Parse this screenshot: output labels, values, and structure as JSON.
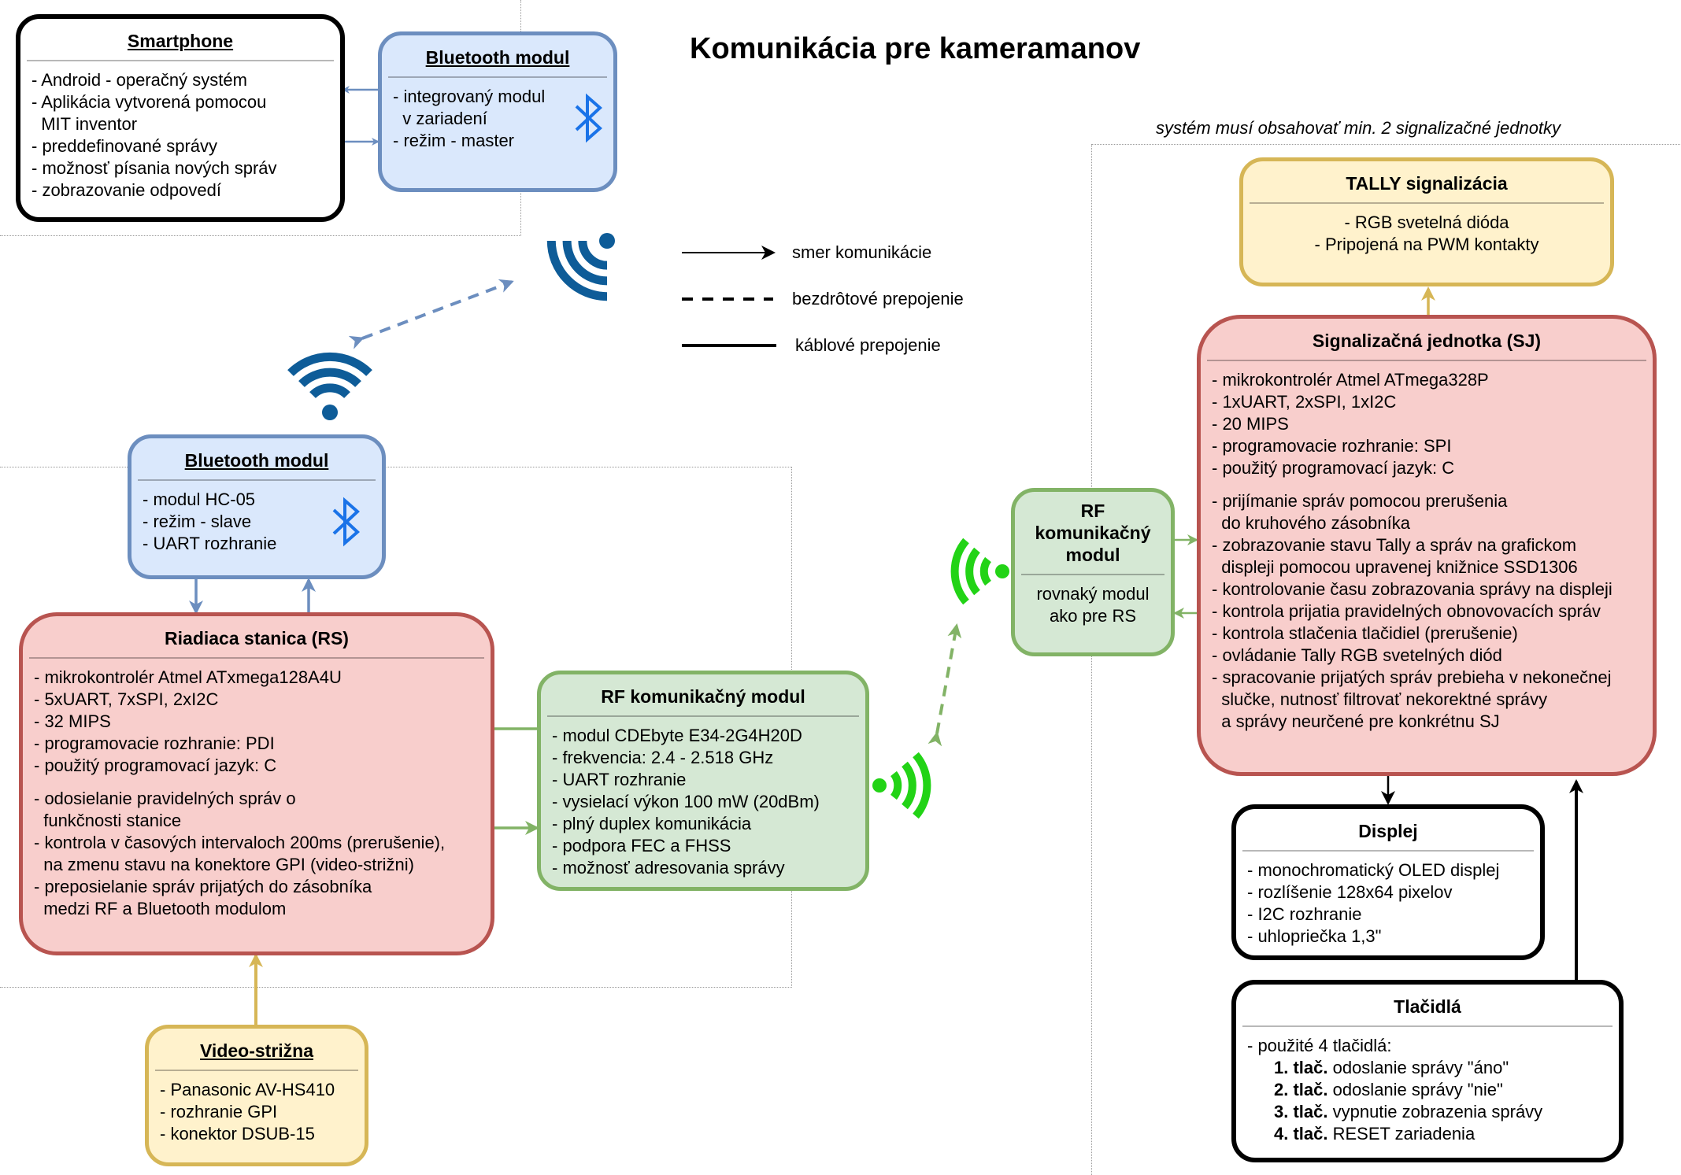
{
  "title": "Komunikácia pre kameramanov",
  "note": "systém musí obsahovať min. 2 signalizačné jednotky",
  "legend": {
    "arrow": "smer komunikácie",
    "dashed": "bezdrôtové prepojenie",
    "solid": "káblové prepojenie"
  },
  "smartphone": {
    "title": "Smartphone",
    "lines": [
      "- Android - operačný systém",
      "- Aplikácia vytvorená pomocou",
      "  MIT inventor",
      "- preddefinované správy",
      "- možnosť písania nových správ",
      "- zobrazovanie odpovedí"
    ]
  },
  "bt_phone": {
    "title": "Bluetooth modul",
    "lines": [
      "- integrovaný modul",
      "  v zariadení",
      "- režim - master"
    ]
  },
  "bt_rs": {
    "title": "Bluetooth modul",
    "lines": [
      "- modul HC-05",
      "- režim - slave",
      "- UART rozhranie"
    ]
  },
  "rs": {
    "title": "Riadiaca stanica (RS)",
    "lines_a": [
      "- mikrokontrolér Atmel ATxmega128A4U",
      "- 5xUART, 7xSPI, 2xI2C",
      "- 32 MIPS",
      "- programovacie rozhranie: PDI",
      "- použitý programovací jazyk: C"
    ],
    "lines_b": [
      "- odosielanie pravidelných správ o",
      "  funkčnosti stanice",
      "- kontrola v časových intervaloch 200ms (prerušenie),",
      "  na zmenu stavu na konektore GPI (video-strižni)",
      "- preposielanie správ prijatých do zásobníka",
      "  medzi RF a Bluetooth modulom"
    ]
  },
  "rf_rs": {
    "title": "RF komunikačný modul",
    "lines": [
      "- modul CDEbyte E34-2G4H20D",
      "- frekvencia: 2.4 - 2.518 GHz",
      "- UART rozhranie",
      "- vysielací výkon 100 mW (20dBm)",
      "- plný duplex komunikácia",
      "- podpora FEC a FHSS",
      "- možnosť adresovania správy"
    ]
  },
  "video": {
    "title": "Video-strižna",
    "lines": [
      "- Panasonic AV-HS410",
      "- rozhranie GPI",
      "- konektor DSUB-15"
    ]
  },
  "rf_sj": {
    "title_lines": [
      "RF",
      "komunikačný",
      "modul"
    ],
    "lines": [
      "rovnaký modul",
      "ako pre RS"
    ]
  },
  "tally": {
    "title": "TALLY signalizácia",
    "lines": [
      "- RGB svetelná dióda",
      "- Pripojená na PWM kontakty"
    ]
  },
  "sj": {
    "title": "Signalizačná jednotka (SJ)",
    "lines_a": [
      "- mikrokontrolér Atmel ATmega328P",
      "- 1xUART, 2xSPI, 1xI2C",
      "- 20 MIPS",
      "- programovacie rozhranie: SPI",
      "- použitý programovací jazyk: C"
    ],
    "lines_b": [
      "- prijímanie správ pomocou prerušenia",
      "  do kruhového zásobníka",
      "- zobrazovanie stavu Tally a správ na grafickom",
      "  displeji pomocou upravenej knižnice SSD1306",
      "- kontrolovanie času zobrazovania správy na displeji",
      "- kontrola prijatia pravidelných obnovovacích správ",
      "- kontrola stlačenia tlačidiel (prerušenie)",
      "- ovládanie Tally RGB svetelných diód",
      "- spracovanie prijatých správ prebieha v nekonečnej",
      "  slučke, nutnosť filtrovať nekorektné správy",
      "  a správy neurčené pre konkrétnu SJ"
    ]
  },
  "display": {
    "title": "Displej",
    "lines": [
      "- monochromatický OLED displej",
      "- rozlíšenie 128x64 pixelov",
      "- I2C rozhranie",
      "- uhlopriečka 1,3\""
    ]
  },
  "buttons": {
    "title": "Tlačidlá",
    "intro": "- použité 4 tlačidlá:",
    "items": [
      {
        "num": "1. tlač.",
        "text": " odoslanie správy \"áno\""
      },
      {
        "num": "2. tlač.",
        "text": " odoslanie správy \"nie\""
      },
      {
        "num": "3. tlač.",
        "text": " vypnutie zobrazenia správy"
      },
      {
        "num": "4. tlač.",
        "text": " RESET zariadenia"
      }
    ]
  },
  "colors": {
    "blue": "#6c8ebf",
    "red": "#b85450",
    "green": "#82b366",
    "yellow": "#d6b656",
    "wifi_blue": "#0e5c98",
    "wifi_green": "#22d316",
    "bluetooth": "#1a73e8"
  }
}
